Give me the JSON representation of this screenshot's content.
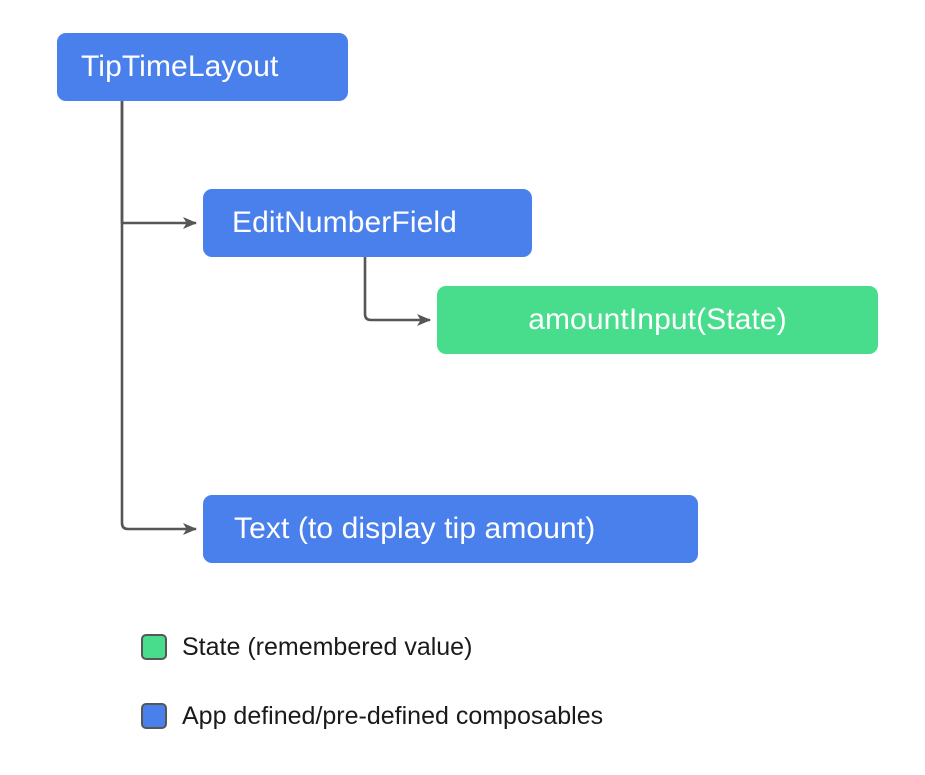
{
  "diagram": {
    "type": "tree",
    "title": "",
    "colors": {
      "composable_blue": "#4a80ec",
      "state_green": "#47dd8c",
      "edge_gray": "#565656",
      "node_text": "#ffffff",
      "legend_text": "#1a1a1a",
      "background": "#ffffff"
    },
    "nodes": [
      {
        "id": "tipTimeLayout",
        "label": "TipTimeLayout",
        "kind": "composable"
      },
      {
        "id": "editNumberField",
        "label": "EditNumberField",
        "kind": "composable"
      },
      {
        "id": "amountInput",
        "label": "amountInput(State)",
        "kind": "state"
      },
      {
        "id": "textTipAmount",
        "label": "Text (to display tip amount)",
        "kind": "composable"
      }
    ],
    "edges": [
      {
        "from": "tipTimeLayout",
        "to": "editNumberField"
      },
      {
        "from": "tipTimeLayout",
        "to": "textTipAmount"
      },
      {
        "from": "editNumberField",
        "to": "amountInput"
      }
    ]
  },
  "legend": {
    "items": [
      {
        "swatch": "state_green",
        "label": "State (remembered value)"
      },
      {
        "swatch": "composable_blue",
        "label": "App defined/pre-defined composables"
      }
    ]
  }
}
